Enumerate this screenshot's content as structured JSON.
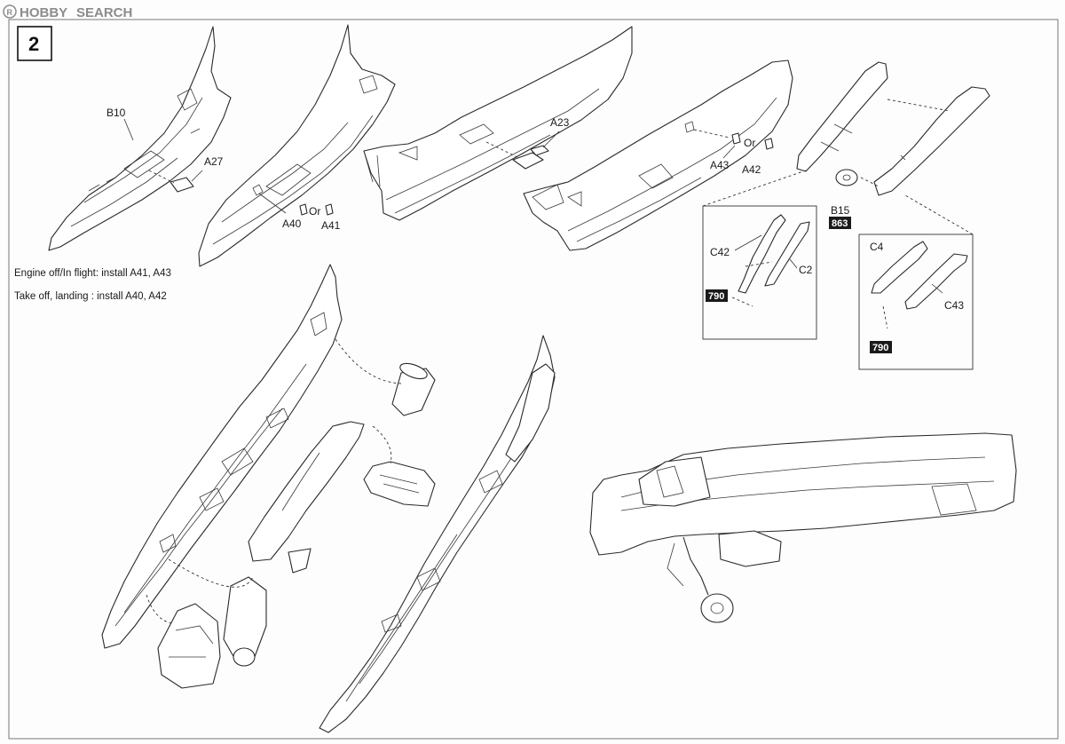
{
  "watermark": {
    "brand": "HOBBY",
    "word": "SEARCH"
  },
  "step": {
    "number": "2"
  },
  "notes": {
    "engine_off": "Engine off/In flight: install A41, A43",
    "takeoff": "Take off, landing : install A40, A42"
  },
  "labels": {
    "b10": "B10",
    "a27": "A27",
    "a40": "A40",
    "or1": "Or",
    "a41": "A41",
    "a23": "A23",
    "a43": "A43",
    "or2": "Or",
    "a42": "A42",
    "b15": "B15",
    "c42": "C42",
    "c2": "C2",
    "c4": "C4",
    "c43": "C43"
  },
  "paint_codes": {
    "b15_code": "863",
    "left_inset_code": "790",
    "right_inset_code": "790"
  },
  "colors": {
    "line": "#2a2a2a",
    "paint_box": "#1a1a1a",
    "watermark": "#8c8c8c"
  }
}
